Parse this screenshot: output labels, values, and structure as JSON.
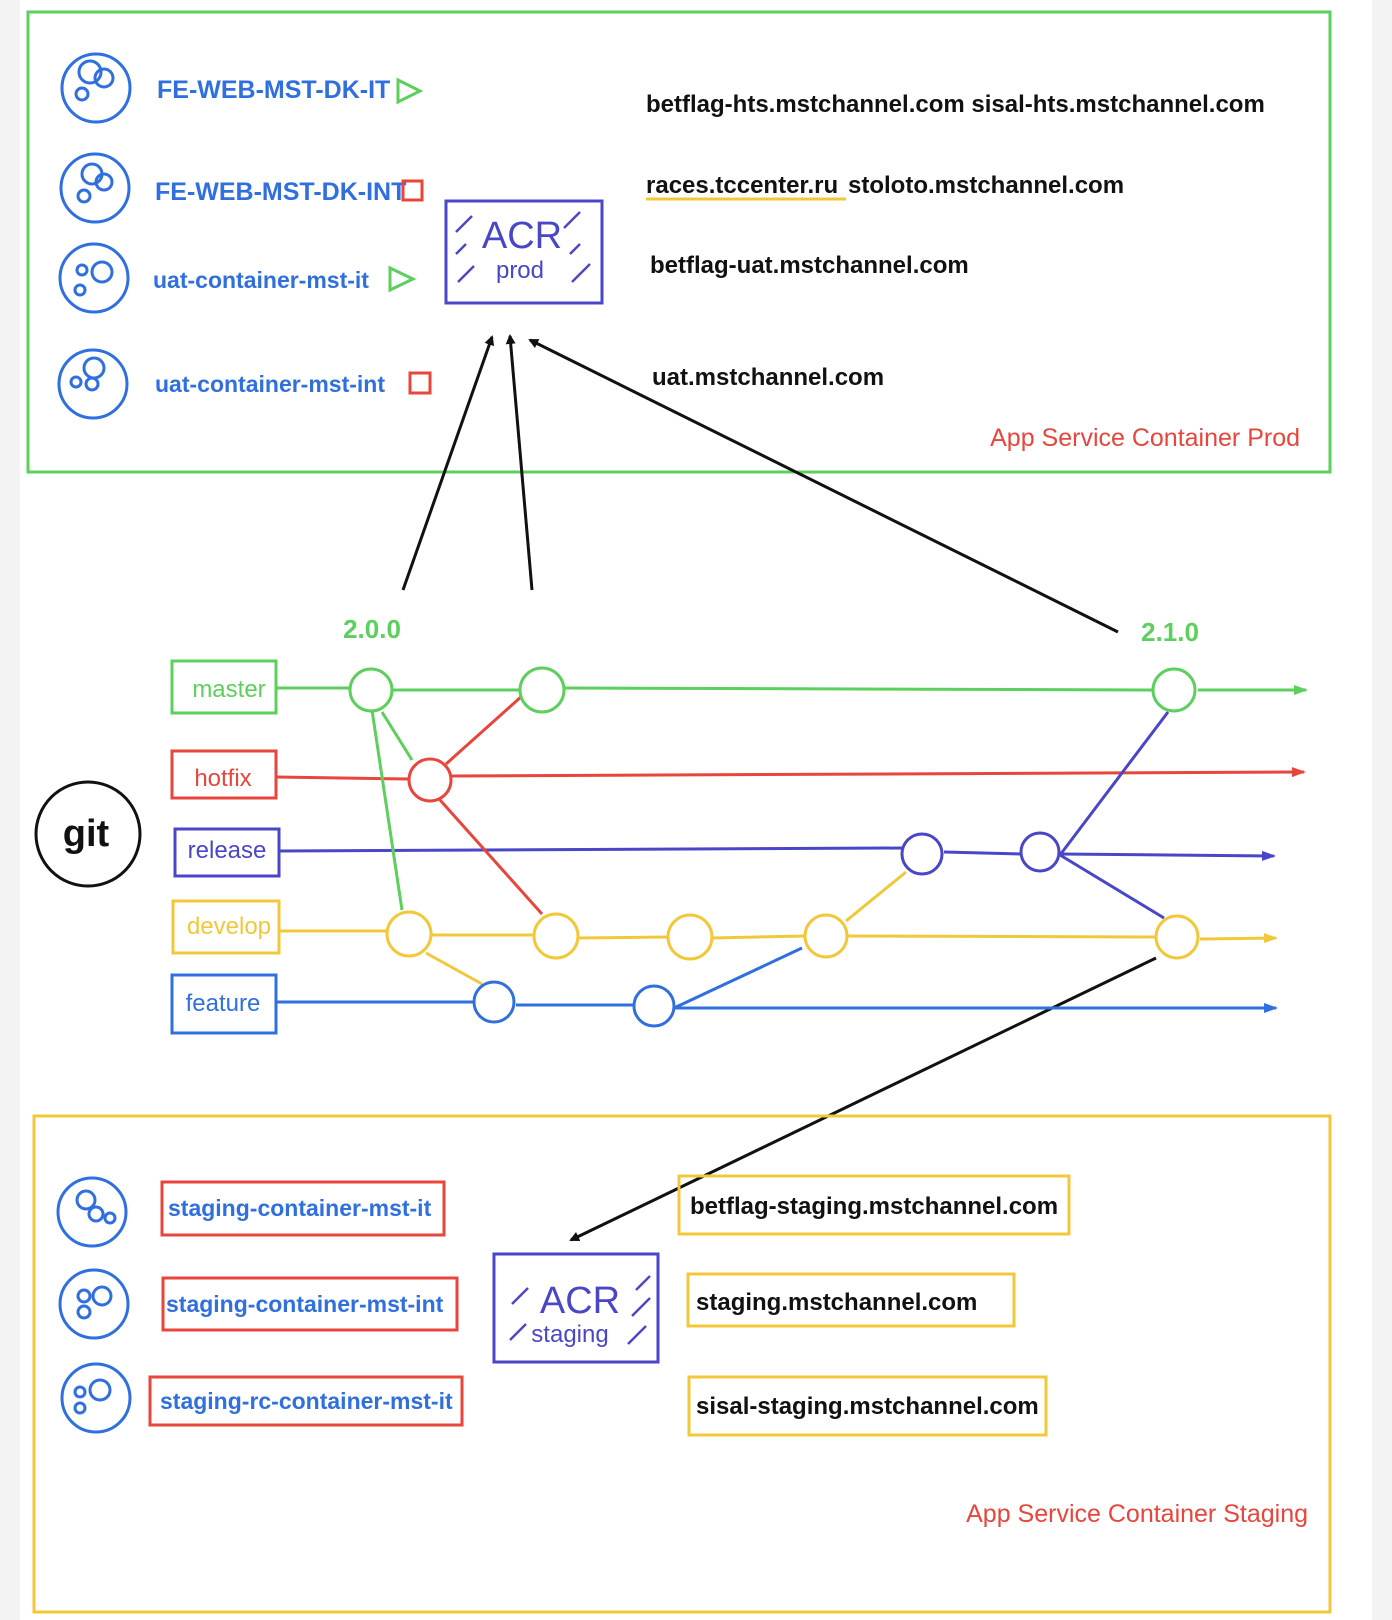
{
  "prod_panel": {
    "title": "App Service Container Prod",
    "apps": [
      {
        "name": "FE-WEB-MST-DK-IT",
        "status": "play"
      },
      {
        "name": "FE-WEB-MST-DK-INT",
        "status": "stop"
      },
      {
        "name": "uat-container-mst-it",
        "status": "play"
      },
      {
        "name": "uat-container-mst-int",
        "status": "stop"
      }
    ],
    "acr": {
      "title": "ACR",
      "sub": "prod"
    },
    "domains": [
      "betflag-hts.mstchannel.com sisal-hts.mstchannel.com",
      "races.tccenter.ru",
      "stoloto.mstchannel.com",
      "betflag-uat.mstchannel.com",
      "uat.mstchannel.com"
    ]
  },
  "git": {
    "logo": "git",
    "versions": [
      "2.0.0",
      "2.1.0"
    ],
    "branches": [
      "master",
      "hotfix",
      "release",
      "develop",
      "feature"
    ]
  },
  "staging_panel": {
    "title": "App Service Container Staging",
    "apps": [
      "staging-container-mst-it",
      "staging-container-mst-int",
      "staging-rc-container-mst-it"
    ],
    "acr": {
      "title": "ACR",
      "sub": "staging"
    },
    "domains": [
      "betflag-staging.mstchannel.com",
      "staging.mstchannel.com",
      "sisal-staging.mstchannel.com"
    ]
  },
  "colors": {
    "green": "#5ccf5c",
    "red": "#e8453c",
    "indigo": "#4a46c8",
    "yellow": "#f2c83a",
    "blue": "#2f6fe0",
    "black": "#111111"
  }
}
